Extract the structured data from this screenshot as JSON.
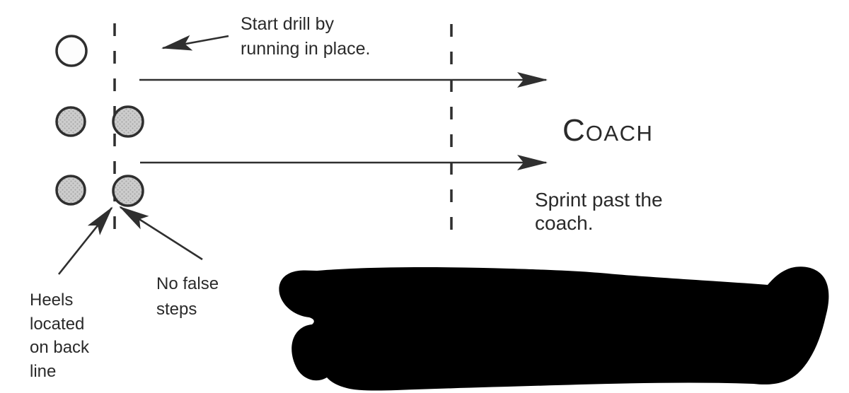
{
  "canvas": {
    "background": "#ffffff"
  },
  "colors": {
    "ink": "#2a2a2a",
    "stroke": "#2f2f2f",
    "player_fill": "#cdcdcd",
    "player_dot": "#a9a9a9",
    "start_player_fill": "#fdfdfd",
    "redaction": "#000000"
  },
  "labels": {
    "start_drill": "Start drill by\nrunning in place.",
    "coach_initial": "C",
    "coach_rest": "OACH",
    "sprint": "Sprint past the\ncoach.",
    "no_false_steps": "No false\nsteps",
    "heels": "Heels\nlocated\non back\nline"
  }
}
